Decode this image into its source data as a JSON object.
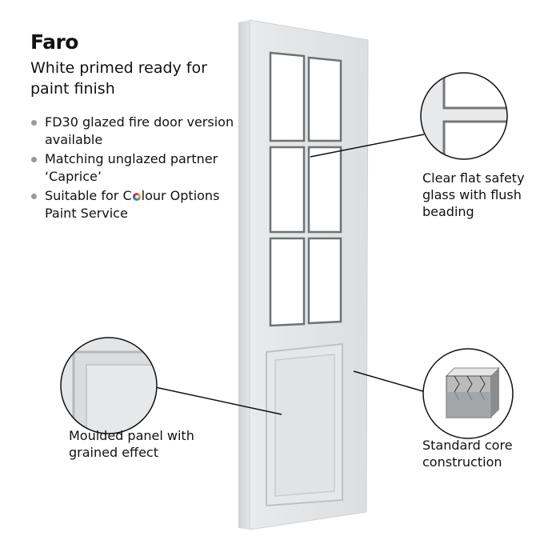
{
  "product": {
    "title": "Faro",
    "subtitle": "White primed ready for paint finish",
    "features": [
      "FD30 glazed fire door version available",
      "Matching unglazed partner ‘Caprice’",
      "Suitable for"
    ],
    "logo_text_c": "C",
    "logo_text_rest": "lour Options",
    "feature3_tail": "Paint Service"
  },
  "callouts": {
    "glass": "Clear flat safety glass with flush beading",
    "panel": "Moulded panel with grained effect",
    "core": "Standard core construction"
  }
}
